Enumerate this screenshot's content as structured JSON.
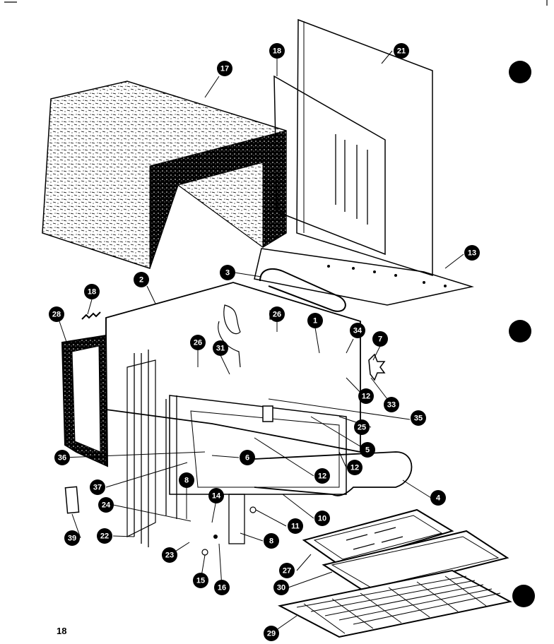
{
  "page_number": "18",
  "callouts": [
    "17",
    "18",
    "21",
    "13",
    "2",
    "3",
    "18",
    "26",
    "26",
    "1",
    "34",
    "7",
    "28",
    "31",
    "33",
    "12",
    "35",
    "25",
    "5",
    "36",
    "6",
    "12",
    "12",
    "37",
    "8",
    "4",
    "24",
    "14",
    "10",
    "11",
    "39",
    "22",
    "23",
    "8",
    "27",
    "15",
    "16",
    "30",
    "29"
  ]
}
